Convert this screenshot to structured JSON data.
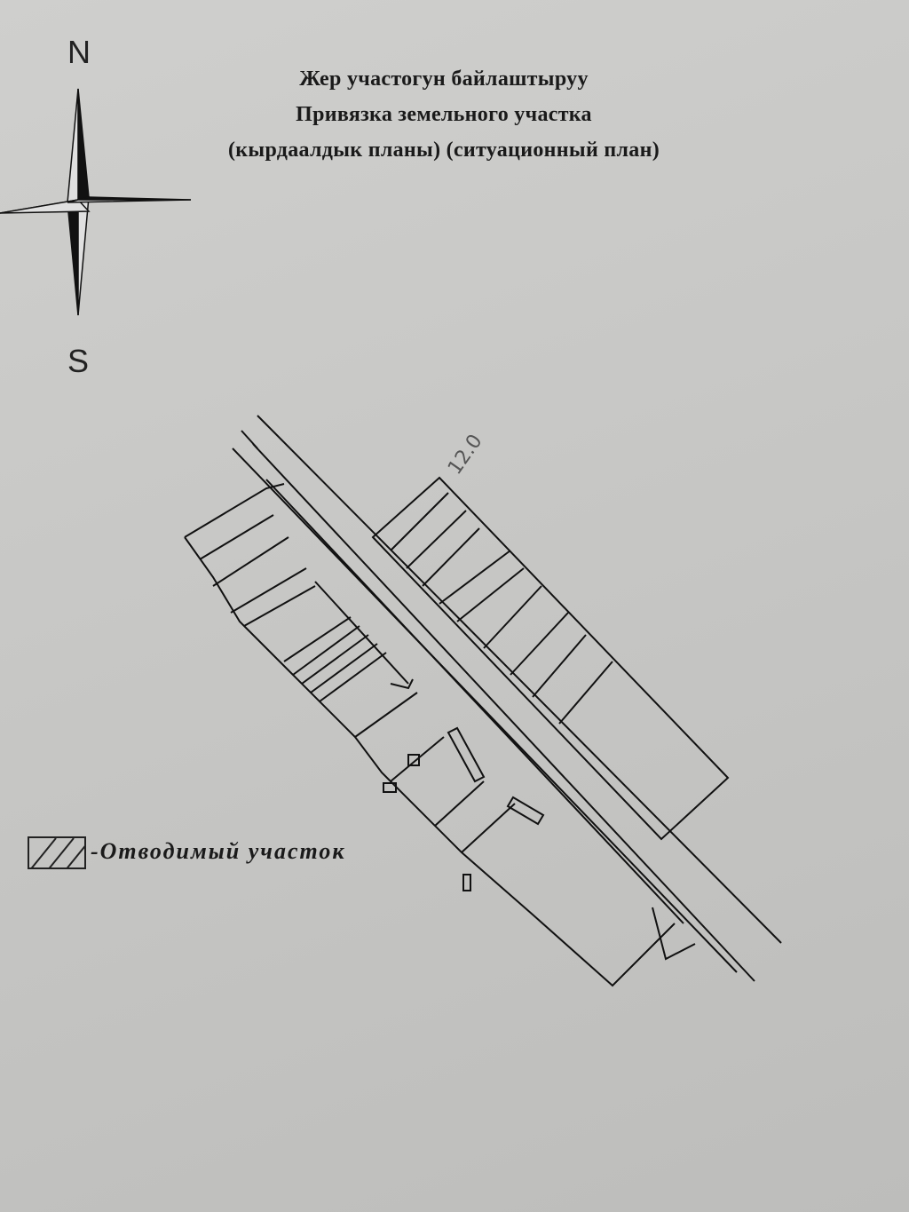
{
  "title": {
    "line1": "Жер участогун байлаштыруу",
    "line2": "Привязка земельного участка",
    "line3": "(кырдаалдык планы) (ситуационный план)"
  },
  "compass": {
    "north": "N",
    "south": "S",
    "icon": "compass-rose-icon"
  },
  "plan": {
    "handwritten_dimension": "12.0"
  },
  "legend": {
    "label": "-Отводимый участок",
    "icon": "hatched-box-icon"
  },
  "colors": {
    "paper": "#c9c9c7",
    "ink": "#1a1a1a"
  }
}
